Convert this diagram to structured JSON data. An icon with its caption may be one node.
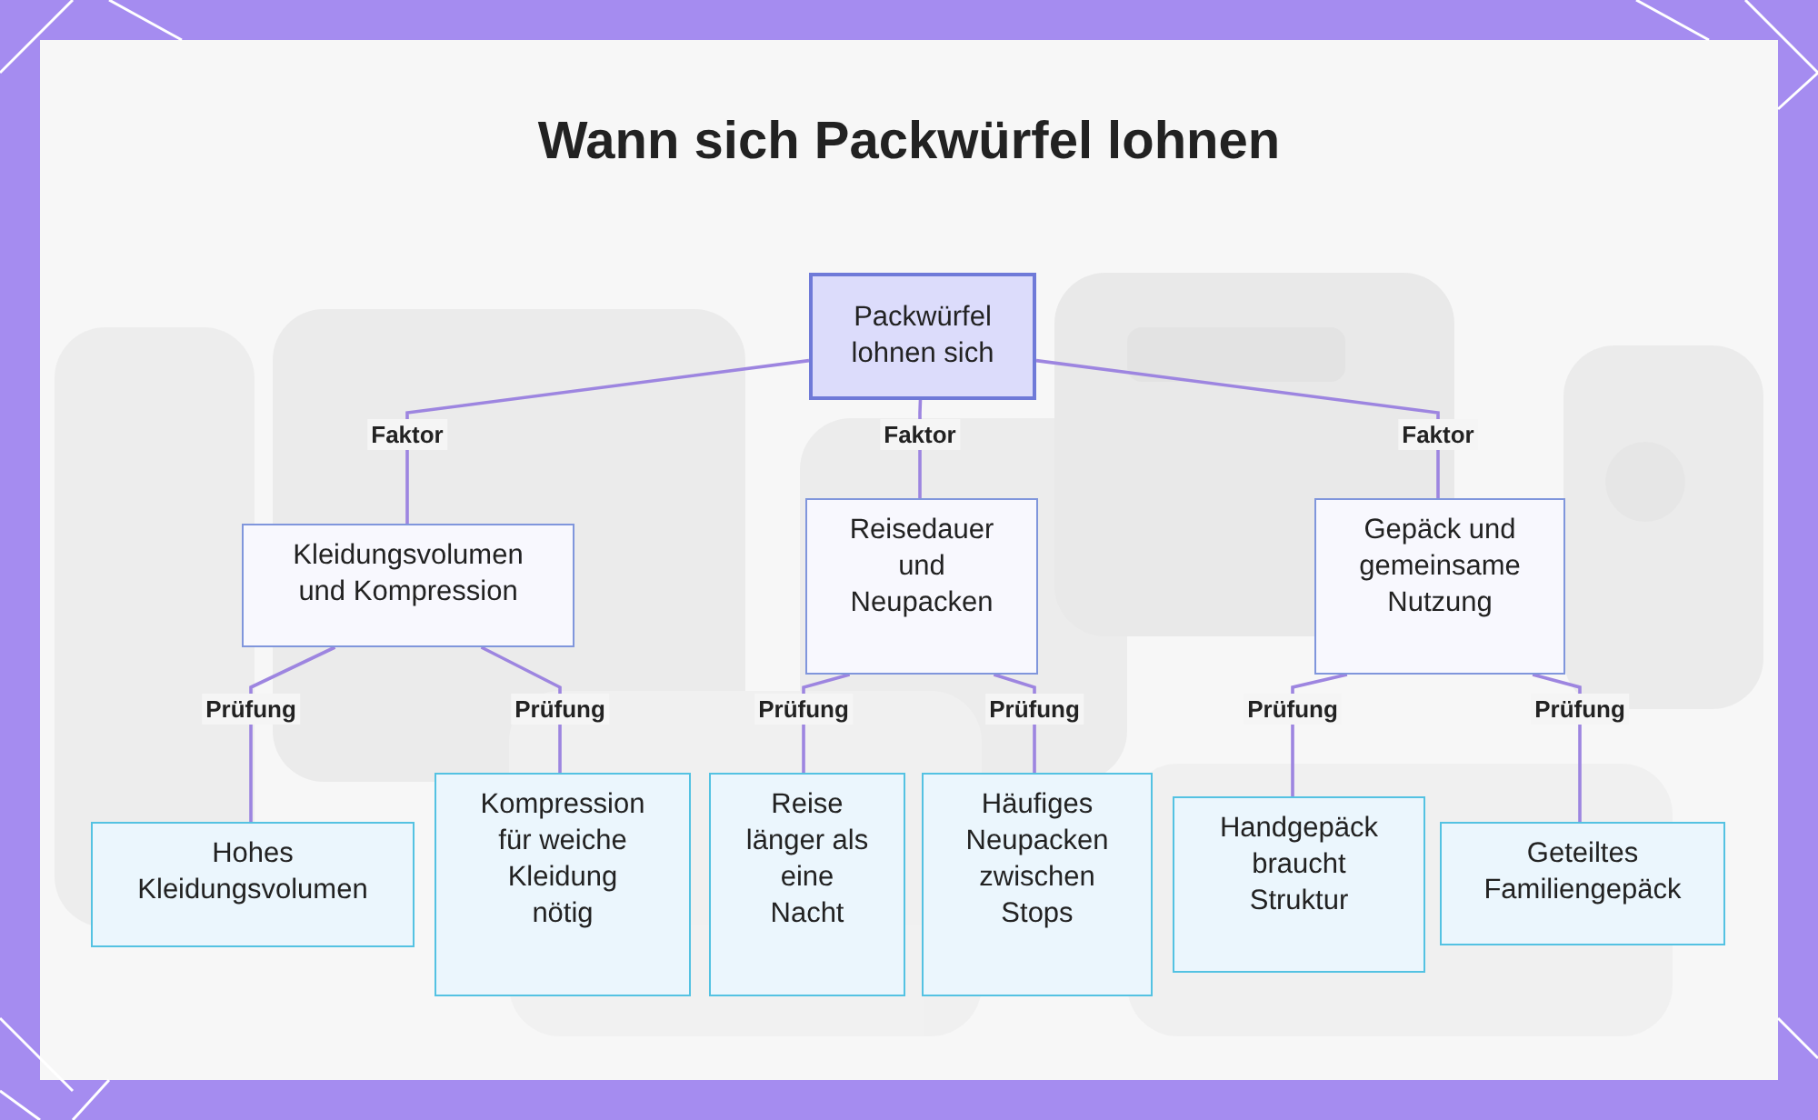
{
  "diagram": {
    "title": "Wann sich Packwürfel lohnen",
    "nodes": [
      {
        "text": [
          "Packwürfel lohnen sich"
        ]
      },
      {
        "text": [
          "Kleidungsvolumen und Kompression"
        ]
      },
      {
        "text": [
          "Reisedauer und Neupacken"
        ]
      },
      {
        "text": [
          "Gepäck und gemeinsame Nutzung"
        ]
      },
      {
        "text": [
          "Hohes Kleidungsvolumen"
        ]
      },
      {
        "text": [
          "Kompression für weiche Kleidung nötig"
        ]
      },
      {
        "text": [
          "Reise länger als eine Nacht"
        ]
      },
      {
        "text": [
          "Häufiges Neupacken zwischen Stops"
        ]
      },
      {
        "text": [
          "Handgepäck braucht Struktur"
        ]
      },
      {
        "text": [
          "Geteiltes Familiengepäck"
        ]
      }
    ],
    "edges": [
      {
        "from": 0,
        "to": 1,
        "arrow": "none",
        "label": "Faktor"
      },
      {
        "from": 0,
        "to": 2,
        "arrow": "none",
        "label": "Faktor"
      },
      {
        "from": 0,
        "to": 3,
        "arrow": "none",
        "label": "Faktor"
      },
      {
        "from": 1,
        "to": 4,
        "arrow": "none",
        "label": "Prüfung"
      },
      {
        "from": 1,
        "to": 5,
        "arrow": "none",
        "label": "Prüfung"
      },
      {
        "from": 2,
        "to": 6,
        "arrow": "none",
        "label": "Prüfung"
      },
      {
        "from": 2,
        "to": 7,
        "arrow": "none",
        "label": "Prüfung"
      },
      {
        "from": 3,
        "to": 8,
        "arrow": "none",
        "label": "Prüfung"
      },
      {
        "from": 3,
        "to": 9,
        "arrow": "none",
        "label": "Prüfung"
      }
    ]
  }
}
